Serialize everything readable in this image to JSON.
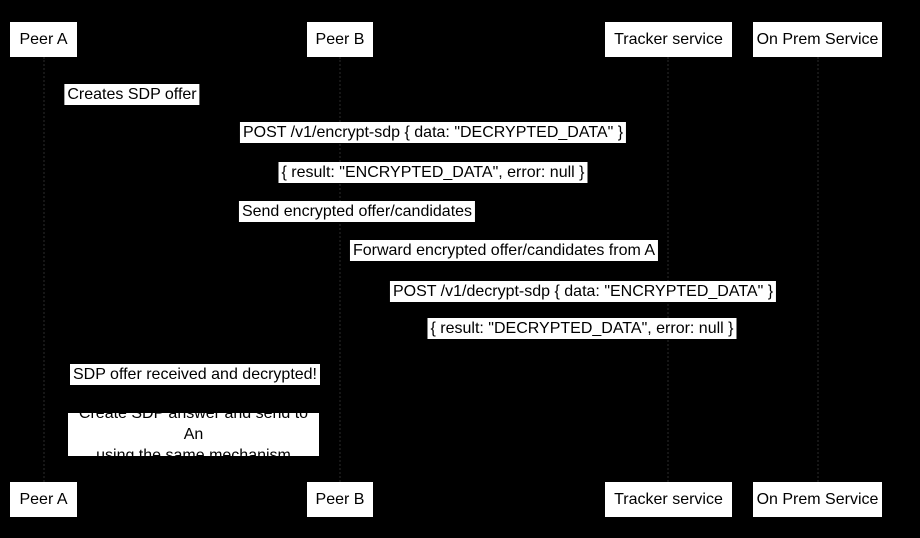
{
  "diagram": {
    "type": "sequence-diagram",
    "background_color": "#000000",
    "box_fill_color": "#ffffff",
    "text_color": "#000000",
    "actors": [
      {
        "label": "Peer A"
      },
      {
        "label": "Peer B"
      },
      {
        "label": "Tracker service"
      },
      {
        "label": "On Prem Service"
      }
    ],
    "messages": [
      {
        "text": "Creates SDP offer"
      },
      {
        "text": "POST /v1/encrypt-sdp { data: \"DECRYPTED_DATA\" }"
      },
      {
        "text": "{ result: \"ENCRYPTED_DATA\", error: null }"
      },
      {
        "text": "Send encrypted offer/candidates"
      },
      {
        "text": "Forward encrypted offer/candidates from A"
      },
      {
        "text": "POST /v1/decrypt-sdp { data: \"ENCRYPTED_DATA\" }"
      },
      {
        "text": "{ result: \"DECRYPTED_DATA\", error: null }"
      },
      {
        "text": "SDP offer received and decrypted!"
      }
    ],
    "note": {
      "line1": "Create SDP answer and send to An",
      "line2": "using the same mechanism"
    }
  }
}
